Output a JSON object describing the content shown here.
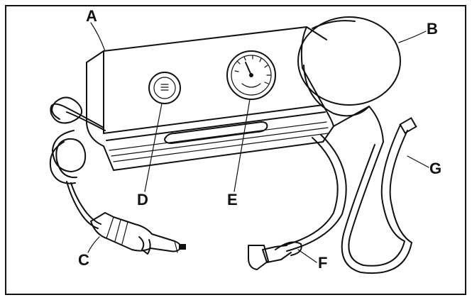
{
  "figure": {
    "labels": {
      "a": "A",
      "b": "B",
      "c": "C",
      "d": "D",
      "e": "E",
      "f": "F",
      "g": "G"
    }
  },
  "colors": {
    "ink": "#111111",
    "background": "#ffffff"
  }
}
